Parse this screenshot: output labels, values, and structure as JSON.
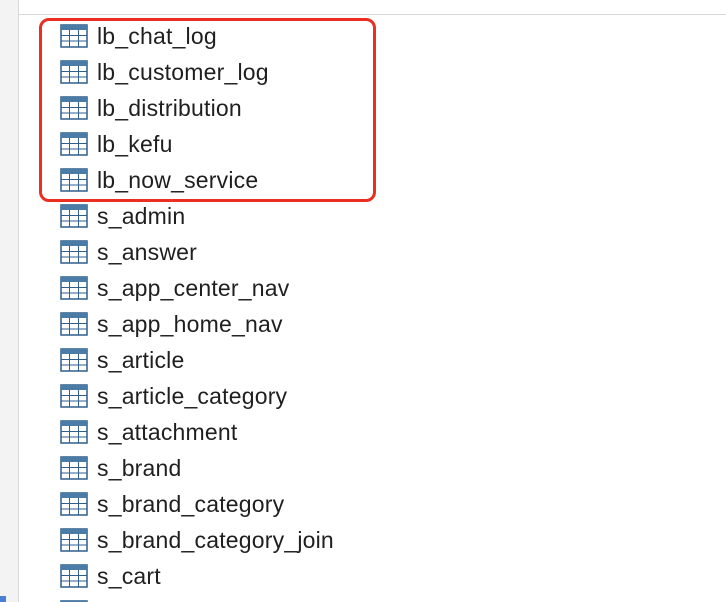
{
  "annotation": {
    "highlight_color": "#ec2d22"
  },
  "tables": [
    {
      "name": "lb_chat_log",
      "icon": "table-icon"
    },
    {
      "name": "lb_customer_log",
      "icon": "table-icon"
    },
    {
      "name": "lb_distribution",
      "icon": "table-icon"
    },
    {
      "name": "lb_kefu",
      "icon": "table-icon"
    },
    {
      "name": "lb_now_service",
      "icon": "table-icon"
    },
    {
      "name": "s_admin",
      "icon": "table-icon"
    },
    {
      "name": "s_answer",
      "icon": "table-icon"
    },
    {
      "name": "s_app_center_nav",
      "icon": "table-icon"
    },
    {
      "name": "s_app_home_nav",
      "icon": "table-icon"
    },
    {
      "name": "s_article",
      "icon": "table-icon"
    },
    {
      "name": "s_article_category",
      "icon": "table-icon"
    },
    {
      "name": "s_attachment",
      "icon": "table-icon"
    },
    {
      "name": "s_brand",
      "icon": "table-icon"
    },
    {
      "name": "s_brand_category",
      "icon": "table-icon"
    },
    {
      "name": "s_brand_category_join",
      "icon": "table-icon"
    },
    {
      "name": "s_cart",
      "icon": "table-icon"
    }
  ]
}
